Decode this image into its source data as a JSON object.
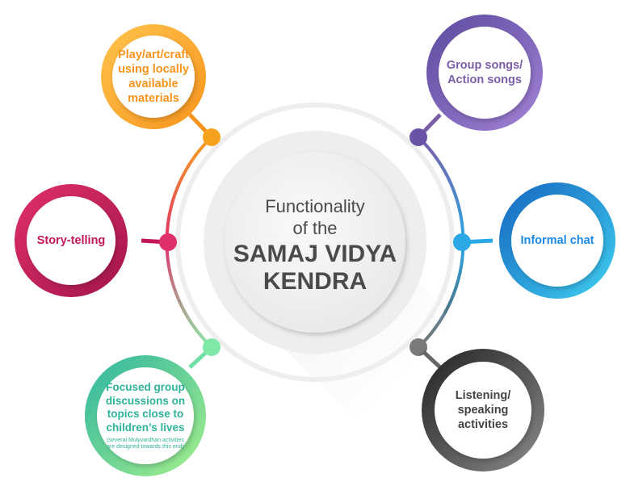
{
  "center": {
    "line1": "Functionality",
    "line2": "of the",
    "line3": "SAMAJ VIDYA",
    "line4": "KENDRA"
  },
  "nodes": [
    {
      "id": "play-art-craft",
      "lines": [
        "Play/art/craft",
        "using locally",
        "available",
        "materials"
      ],
      "color": "#f7941d"
    },
    {
      "id": "story-telling",
      "lines": [
        "Story-telling"
      ],
      "color": "#c2185b"
    },
    {
      "id": "focused-group",
      "lines": [
        "Focused group",
        "discussions on",
        "topics close to",
        "children’s lives"
      ],
      "note": "(several Mulyvardhan activities are designed towards this end)",
      "color": "#2eb398"
    },
    {
      "id": "group-songs",
      "lines": [
        "Group songs/",
        "Action songs"
      ],
      "color": "#7b5ea7"
    },
    {
      "id": "informal-chat",
      "lines": [
        "Informal chat"
      ],
      "color": "#1e88e5"
    },
    {
      "id": "listening-speaking",
      "lines": [
        "Listening/",
        "speaking",
        "activities"
      ],
      "color": "#444444"
    }
  ]
}
